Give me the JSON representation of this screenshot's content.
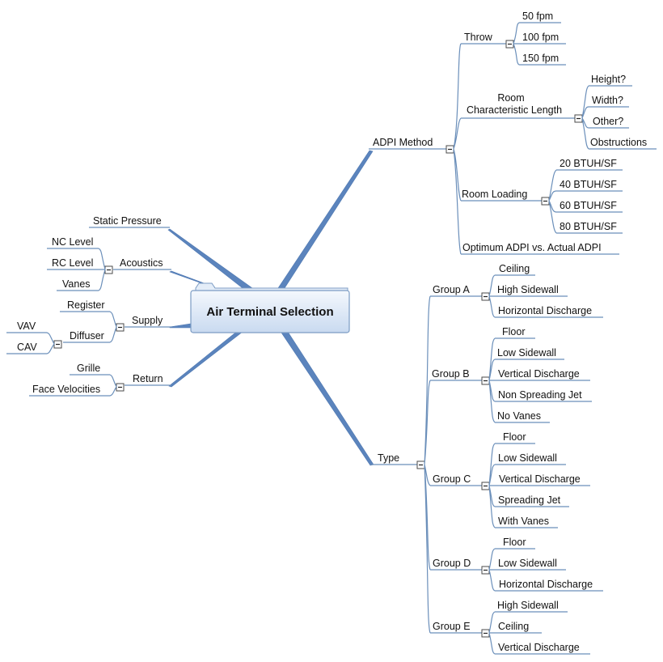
{
  "central": {
    "title": "Air Terminal Selection"
  },
  "adpi": {
    "label": "ADPI Method",
    "throw": {
      "label": "Throw",
      "items": [
        "50 fpm",
        "100 fpm",
        "150 fpm"
      ]
    },
    "room_char": {
      "label_line1": "Room",
      "label_line2": "Characteristic Length",
      "items": [
        "Height?",
        "Width?",
        "Other?",
        "Obstructions"
      ]
    },
    "room_loading": {
      "label": "Room Loading",
      "items": [
        "20 BTUH/SF",
        "40 BTUH/SF",
        "60 BTUH/SF",
        "80 BTUH/SF"
      ]
    },
    "optimum": "Optimum ADPI vs. Actual ADPI"
  },
  "type": {
    "label": "Type",
    "groups": [
      {
        "label": "Group A",
        "items": [
          "Ceiling",
          "High Sidewall",
          "Horizontal Discharge"
        ]
      },
      {
        "label": "Group B",
        "items": [
          "Floor",
          "Low Sidewall",
          "Vertical Discharge",
          "Non Spreading Jet",
          "No Vanes"
        ]
      },
      {
        "label": "Group C",
        "items": [
          "Floor",
          "Low Sidewall",
          "Vertical Discharge",
          "Spreading Jet",
          "With Vanes"
        ]
      },
      {
        "label": "Group D",
        "items": [
          "Floor",
          "Low Sidewall",
          "Horizontal Discharge"
        ]
      },
      {
        "label": "Group E",
        "items": [
          "High Sidewall",
          "Ceiling",
          "Vertical Discharge"
        ]
      }
    ]
  },
  "left": {
    "static_pressure": "Static Pressure",
    "acoustics": {
      "label": "Acoustics",
      "items": [
        "NC Level",
        "RC Level",
        "Vanes"
      ]
    },
    "supply": {
      "label": "Supply",
      "register": "Register",
      "diffuser": {
        "label": "Diffuser",
        "items": [
          "VAV",
          "CAV"
        ]
      }
    },
    "return": {
      "label": "Return",
      "items": [
        "Grille",
        "Face Velocities"
      ]
    }
  }
}
